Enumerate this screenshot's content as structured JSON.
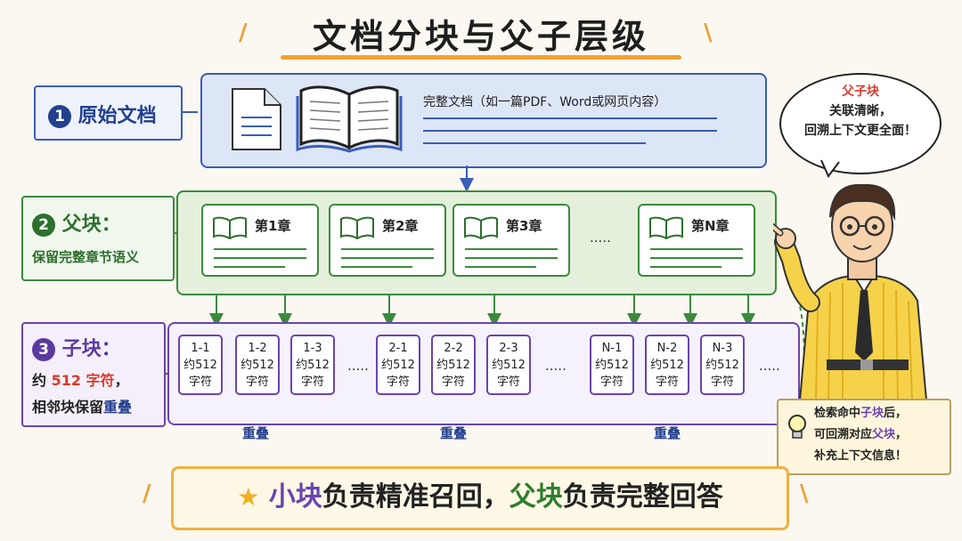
{
  "title": "文档分块与父子层级",
  "level1": {
    "num": "1",
    "label": "原始文档",
    "desc": "完整文档（如一篇PDF、Word或网页内容）"
  },
  "level2": {
    "num": "2",
    "label": "父块：",
    "sub": "保留完整章节语义",
    "chapters": [
      "第1章",
      "第2章",
      "第3章",
      "第N章"
    ],
    "ellipsis": "....."
  },
  "level3": {
    "num": "3",
    "label": "子块：",
    "line1_a": "约 ",
    "line1_b": "512 字符",
    "line1_c": "，",
    "line2_a": "相邻块保留",
    "line2_b": "重叠",
    "groups": [
      {
        "chunks": [
          "1-1",
          "1-2",
          "1-3"
        ]
      },
      {
        "chunks": [
          "2-1",
          "2-2",
          "2-3"
        ]
      },
      {
        "chunks": [
          "N-1",
          "N-2",
          "N-3"
        ]
      }
    ],
    "chunk_size": "约512",
    "chunk_unit": "字符",
    "overlap": "重叠",
    "ellipsis": "....."
  },
  "bubble": {
    "l1": "父子块",
    "l2": "关联清晰，",
    "l3": "回溯上下文更全面！"
  },
  "note": {
    "a1": "检索命中",
    "a2": "子块",
    "a3": "后，",
    "b1": "可回溯对应",
    "b2": "父块",
    "b3": "，",
    "c1": "补充上下文信息！"
  },
  "bottom": {
    "a": "小块",
    "b": "负责精准召回，",
    "c": "父块",
    "d": "负责完整回答"
  },
  "colors": {
    "blue": "#3a5db8",
    "green": "#3c8a3c",
    "purple": "#6a44b0",
    "red": "#d93a2b",
    "orange": "#f0a030"
  }
}
